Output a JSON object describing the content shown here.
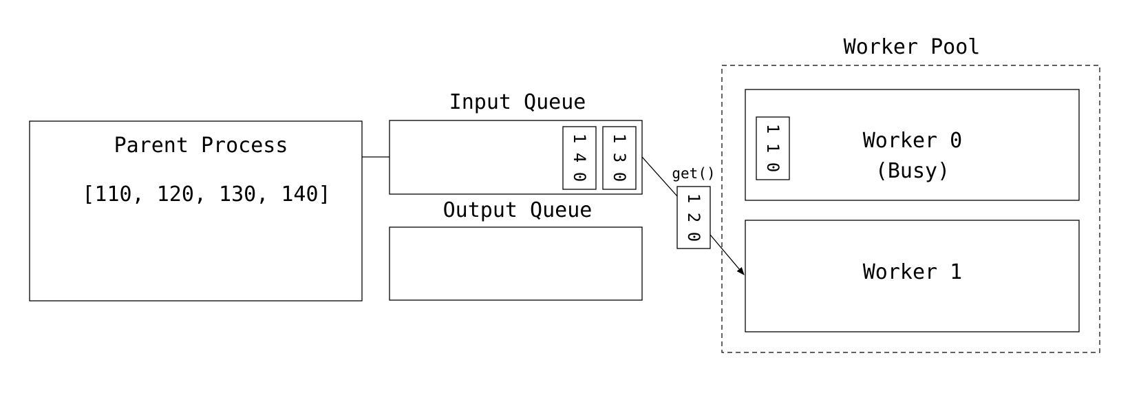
{
  "parent_process": {
    "title": "Parent Process",
    "values": "[110, 120, 130, 140]"
  },
  "input_queue": {
    "title": "Input Queue",
    "items": [
      {
        "digits": [
          "1",
          "4",
          "0"
        ]
      },
      {
        "digits": [
          "1",
          "3",
          "0"
        ]
      }
    ]
  },
  "output_queue": {
    "title": "Output Queue"
  },
  "transfer": {
    "label": "get()",
    "item": {
      "digits": [
        "1",
        "2",
        "0"
      ]
    }
  },
  "worker_pool": {
    "title": "Worker Pool",
    "workers": [
      {
        "name": "Worker 0",
        "status": "(Busy)",
        "item": {
          "digits": [
            "1",
            "1",
            "0"
          ]
        }
      },
      {
        "name": "Worker 1"
      }
    ]
  }
}
